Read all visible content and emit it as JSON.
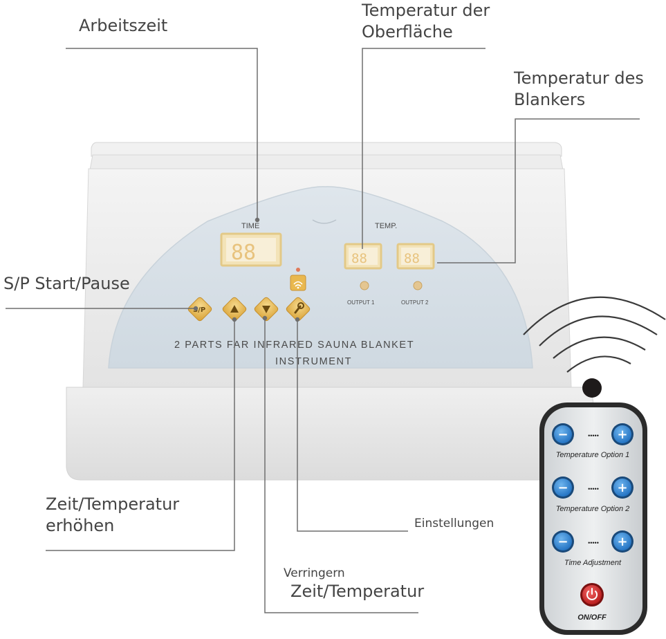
{
  "callouts": {
    "arbeitszeit": "Arbeitszeit",
    "oberflaeche_line1": "Temperatur der",
    "oberflaeche_line2": "Oberfläche",
    "blankers_line1": "Temperatur des",
    "blankers_line2": "Blankers",
    "start_pause": "S/P Start/Pause",
    "erhoehen_line1": "Zeit/Temperatur",
    "erhoehen_line2": "erhöhen",
    "einstellungen": "Einstellungen",
    "verringern_line1": "Verringern",
    "verringern_line2": "Zeit/Temperatur"
  },
  "device": {
    "time_label": "TIME",
    "temp_label": "TEMP.",
    "time_display": "88",
    "output1_display": "88",
    "output2_display": "88",
    "output1_label": "OUTPUT 1",
    "output2_label": "OUTPUT 2",
    "sp_button": "S/P",
    "title_line1": "2 PARTS FAR INFRARED SAUNA BLANKET",
    "title_line2": "INSTRUMENT"
  },
  "remote": {
    "option1_label": "Temperature Option 1",
    "option2_label": "Temperature Option 2",
    "time_label": "Time Adjustment",
    "power_label": "ON/OFF",
    "minus_symbol": "−",
    "plus_symbol": "+",
    "dots": "•••••"
  },
  "colors": {
    "panel": "#d9e2e9",
    "display_frame": "#ecd9a8",
    "display_digits": "#e9c27e",
    "button_gold": "#e9b84f",
    "remote_blue": "#2e86d6",
    "power_red": "#d9282a"
  }
}
